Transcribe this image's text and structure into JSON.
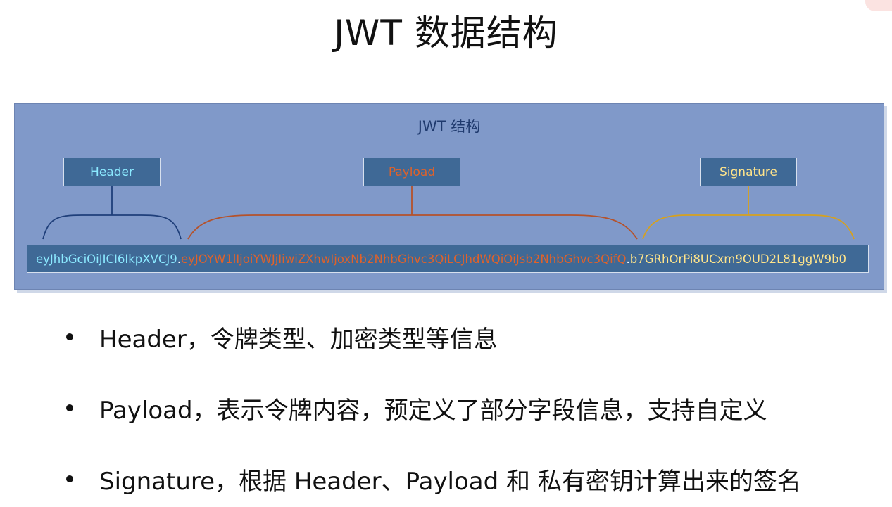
{
  "title": "JWT 数据结构",
  "diagram": {
    "title": "JWT 结构",
    "labels": {
      "header": "Header",
      "payload": "Payload",
      "signature": "Signature"
    },
    "token": {
      "header": "eyJhbGciOiJICI6IkpXVCJ9",
      "dot1": ".",
      "payload": "eyJOYW1lIjoiYWJjIiwiZXhwIjoxNb2NhbGhvc3QiLCJhdWQiOiJsb2NhbGhvc3QifQ",
      "dot2": ".",
      "signature": "b7GRhOrPi8UCxm9OUD2L81ggW9b0"
    },
    "colors": {
      "panel": "#8099c9",
      "box": "#3f6996",
      "header": "#8be9ff",
      "payload": "#e0622a",
      "signature": "#ffe48a",
      "header_bracket": "#1f3f7a",
      "payload_bracket": "#b5522a",
      "signature_bracket": "#d6a11e"
    }
  },
  "bullets": [
    "Header，令牌类型、加密类型等信息",
    "Payload，表示令牌内容，预定义了部分字段信息，支持自定义",
    "Signature，根据 Header、Payload 和 私有密钥计算出来的签名"
  ]
}
